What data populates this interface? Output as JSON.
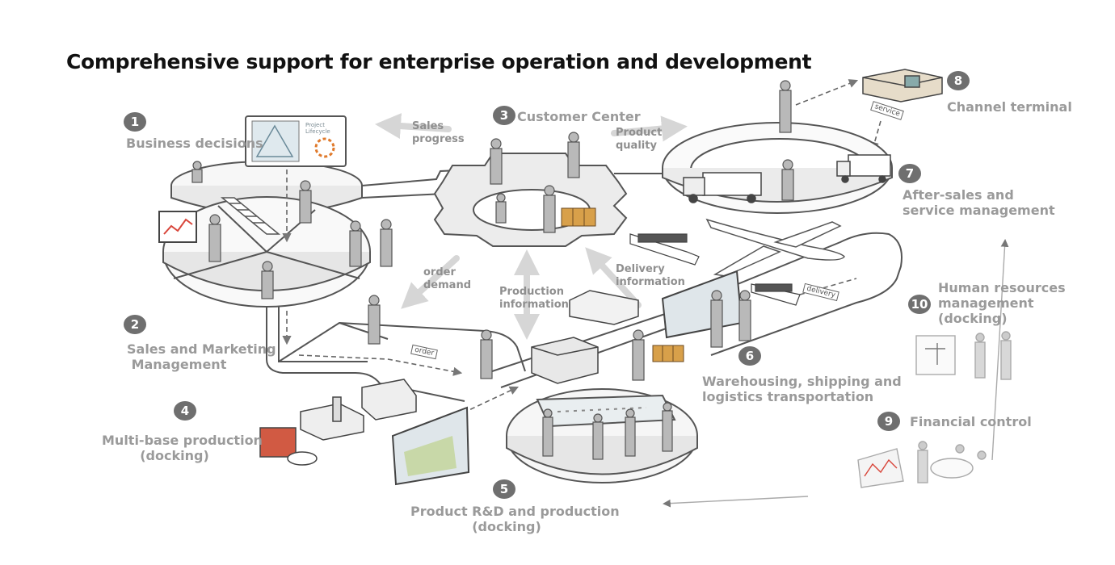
{
  "title": "Comprehensive support for enterprise operation and development",
  "nodes": [
    {
      "num": "1",
      "lines": [
        "Business decisions"
      ]
    },
    {
      "num": "2",
      "lines": [
        "Sales and Marketing",
        " Management"
      ]
    },
    {
      "num": "3",
      "lines": [
        "Customer Center"
      ]
    },
    {
      "num": "4",
      "lines": [
        "Multi-base production",
        "(docking)"
      ]
    },
    {
      "num": "5",
      "lines": [
        "Product R&D and production",
        "(docking)"
      ]
    },
    {
      "num": "6",
      "lines": [
        "Warehousing, shipping and",
        "logistics transportation"
      ]
    },
    {
      "num": "7",
      "lines": [
        "After-sales and",
        "service management"
      ]
    },
    {
      "num": "8",
      "lines": [
        "Channel terminal"
      ]
    },
    {
      "num": "9",
      "lines": [
        "Financial control"
      ]
    },
    {
      "num": "10",
      "lines": [
        "Human resources",
        "management",
        "(docking)"
      ]
    }
  ],
  "flows": {
    "sales_progress": [
      "Sales",
      "progress"
    ],
    "product_quality": [
      "Product",
      "quality"
    ],
    "order_demand": [
      "order",
      "demand"
    ],
    "production_information": [
      "Production",
      "information"
    ],
    "delivery_information": [
      "Delivery",
      "information"
    ]
  },
  "tags": {
    "order": "order",
    "delivery": "delivery",
    "service": "service",
    "project_lifecycle": [
      "Project",
      "Lifecycle"
    ]
  },
  "colors": {
    "title": "#111111",
    "label": "#9a9a9a",
    "badge": "#6f6f6f",
    "line": "#555555",
    "arrow": "#d6d6d6"
  }
}
